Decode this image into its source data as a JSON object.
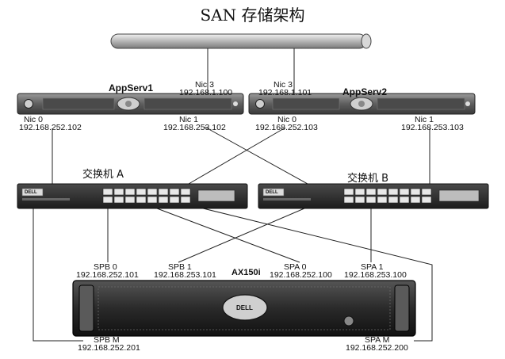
{
  "title": "SAN 存储架构",
  "servers": [
    {
      "name": "AppServ1",
      "nics": [
        {
          "label": "Nic 0",
          "ip": "192.168.252.102"
        },
        {
          "label": "Nic 1",
          "ip": "192.168.253.102"
        },
        {
          "label": "Nic 3",
          "ip": "192.168.1.100"
        }
      ]
    },
    {
      "name": "AppServ2",
      "nics": [
        {
          "label": "Nic 0",
          "ip": "192.168.252.103"
        },
        {
          "label": "Nic 1",
          "ip": "192.168.253.103"
        },
        {
          "label": "Nic 3",
          "ip": "192.168.1.101"
        }
      ]
    }
  ],
  "switches": [
    {
      "name": "交换机 A",
      "logo": "DELL"
    },
    {
      "name": "交换机 B",
      "logo": "DELL"
    }
  ],
  "storage": {
    "name": "AX150i",
    "logo": "DELL",
    "ports": [
      {
        "label": "SPB 0",
        "ip": "192.168.252.101"
      },
      {
        "label": "SPB 1",
        "ip": "192.168.253.101"
      },
      {
        "label": "SPA 0",
        "ip": "192.168.252.100"
      },
      {
        "label": "SPA 1",
        "ip": "192.168.253.100"
      },
      {
        "label": "SPB M",
        "ip": "192.168.252.201"
      },
      {
        "label": "SPA M",
        "ip": "192.168.252.200"
      }
    ]
  },
  "colors": {
    "line": "#222222",
    "pipe": "#bdbdbd",
    "device": "#2b2b2b",
    "server": "#6f6f6f"
  }
}
